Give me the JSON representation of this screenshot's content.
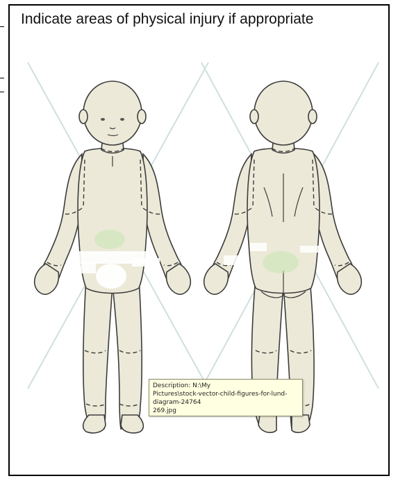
{
  "title": "Indicate areas of physical injury if appropriate",
  "tooltip": {
    "line1": "Description: N:\\My",
    "line2": "Pictures\\stock-vector-child-figures-for-lund-diagram-24764",
    "line3": "269.jpg"
  },
  "colors": {
    "skin": "#ece9d8",
    "outline": "#3c3c3c",
    "tooltip_bg": "#ffffe1",
    "smudge_green": "#c9e6b5"
  }
}
